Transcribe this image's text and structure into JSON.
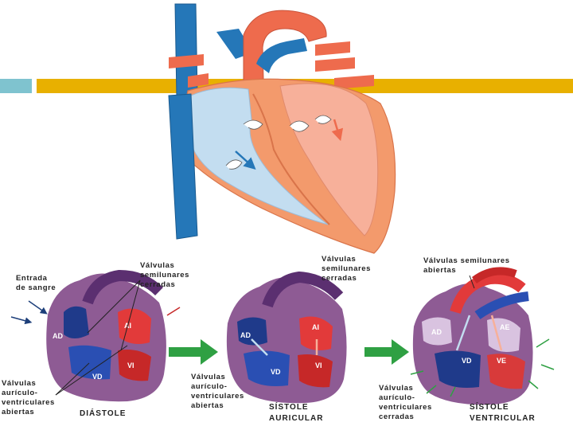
{
  "bottom": {
    "entrada": [
      "Entrada",
      "de sangre"
    ],
    "p1": {
      "valv_top": [
        "Válvulas",
        "semilunares",
        "cerradas"
      ],
      "valv_bottom": [
        "Válvulas",
        "aurículo-",
        "ventriculares",
        "abiertas"
      ],
      "phase": "DIÁSTOLE",
      "chambers": {
        "ad": "AD",
        "ai": "AI",
        "vd": "VD",
        "vi": "VI"
      }
    },
    "p2": {
      "valv_top": [
        "Válvulas",
        "semilunares",
        "cerradas"
      ],
      "valv_bottom": [
        "Válvulas",
        "aurículo-",
        "ventriculares",
        "abiertas"
      ],
      "phase": [
        "SÍSTOLE",
        "AURICULAR"
      ],
      "chambers": {
        "ad": "AD",
        "ai": "AI",
        "vd": "VD",
        "vi": "VI"
      }
    },
    "p3": {
      "valv_top": [
        "Válvulas semilunares",
        "abiertas"
      ],
      "valv_bottom": [
        "Válvulas",
        "aurículo-",
        "ventriculares",
        "cerradas"
      ],
      "phase": [
        "SÍSTOLE",
        "VENTRICULAR"
      ],
      "chambers": {
        "ad": "AD",
        "ai": "AE",
        "vd": "VD",
        "vi": "VE"
      }
    }
  },
  "colors": {
    "accent_gold": "#e8b000",
    "accent_blue": "#7fc3cf",
    "vein_blue": "#2577b8",
    "artery_red": "#ee6b4d",
    "ventricle_orange": "#f39a6c",
    "light_blue": "#c3ddf0",
    "heart_purple": "#8e5b94",
    "arrow_green": "#2fa043"
  }
}
